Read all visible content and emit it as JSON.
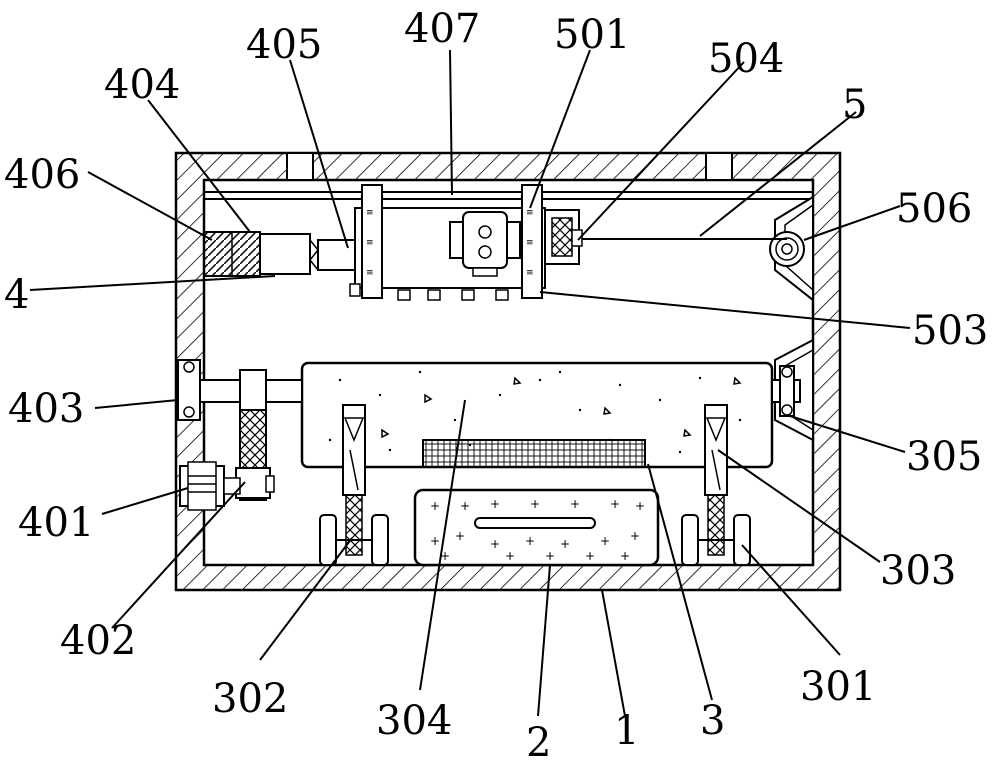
{
  "labels": {
    "l406": "406",
    "l404": "404",
    "l405": "405",
    "l407": "407",
    "l501": "501",
    "l504": "504",
    "l5": "5",
    "l506": "506",
    "l4": "4",
    "l503": "503",
    "l403": "403",
    "l305": "305",
    "l401": "401",
    "l303": "303",
    "l402": "402",
    "l302": "302",
    "l304": "304",
    "l2": "2",
    "l1": "1",
    "l3": "3",
    "l301": "301"
  }
}
